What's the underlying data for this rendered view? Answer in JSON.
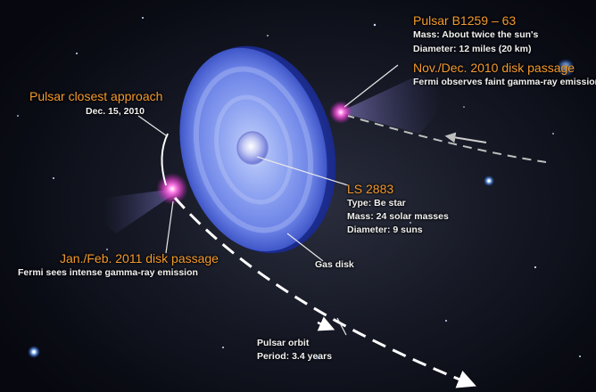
{
  "pulsar": {
    "title": "Pulsar B1259 – 63",
    "mass": "Mass: About twice the sun's",
    "diameter": "Diameter:  12 miles (20 km)"
  },
  "nov_dec_2010": {
    "title": "Nov./Dec. 2010 disk passage",
    "note": "Fermi observes faint gamma-ray emission"
  },
  "closest_approach": {
    "title": "Pulsar closest approach",
    "date": "Dec. 15, 2010"
  },
  "ls2883": {
    "title": "LS 2883",
    "type": "Type: Be star",
    "mass": "Mass: 24 solar masses",
    "diameter": "Diameter: 9 suns"
  },
  "jan_feb_2011": {
    "title": "Jan./Feb. 2011 disk passage",
    "note": "Fermi sees intense gamma-ray emission"
  },
  "gas_disk": {
    "label": "Gas disk"
  },
  "pulsar_orbit": {
    "title": "Pulsar orbit",
    "period": "Period: 3.4 years"
  },
  "colors": {
    "accent_orange": "#f39a2e",
    "disk_blue": "#6e86e8",
    "pulsar_magenta": "#ff4fd8"
  }
}
